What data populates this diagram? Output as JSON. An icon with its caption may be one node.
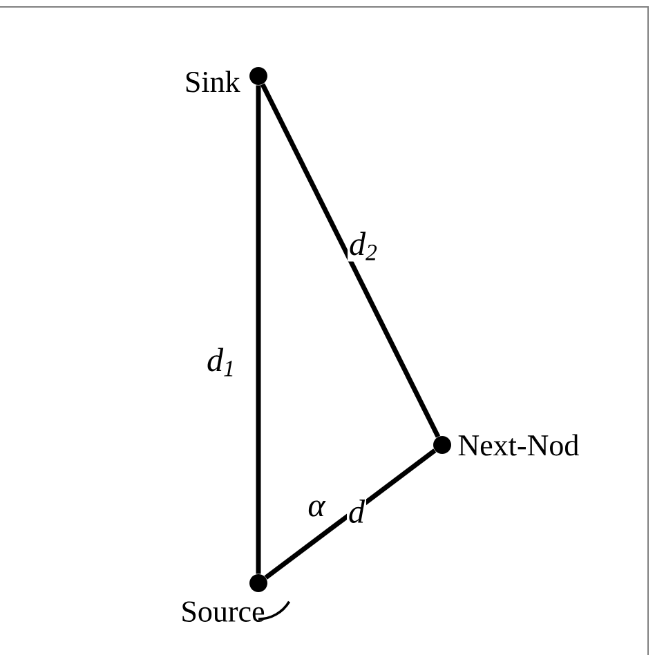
{
  "diagram": {
    "nodes": [
      {
        "text": [],
        "shape": "circle",
        "beside": [
          "Sink"
        ]
      },
      {
        "text": [],
        "shape": "circle",
        "beside": [
          "Next-Nod"
        ]
      },
      {
        "text": [],
        "shape": "circle",
        "beside": [
          "Source"
        ]
      }
    ],
    "edges": [
      {
        "from": 2,
        "to": 0,
        "arrow": "none",
        "label": "*d*$_{1}$"
      },
      {
        "from": 0,
        "to": 1,
        "arrow": "none",
        "label": "*d*$_{2}$"
      },
      {
        "from": 2,
        "to": 1,
        "arrow": "none",
        "label": "d"
      }
    ],
    "labels": [
      "α"
    ]
  }
}
